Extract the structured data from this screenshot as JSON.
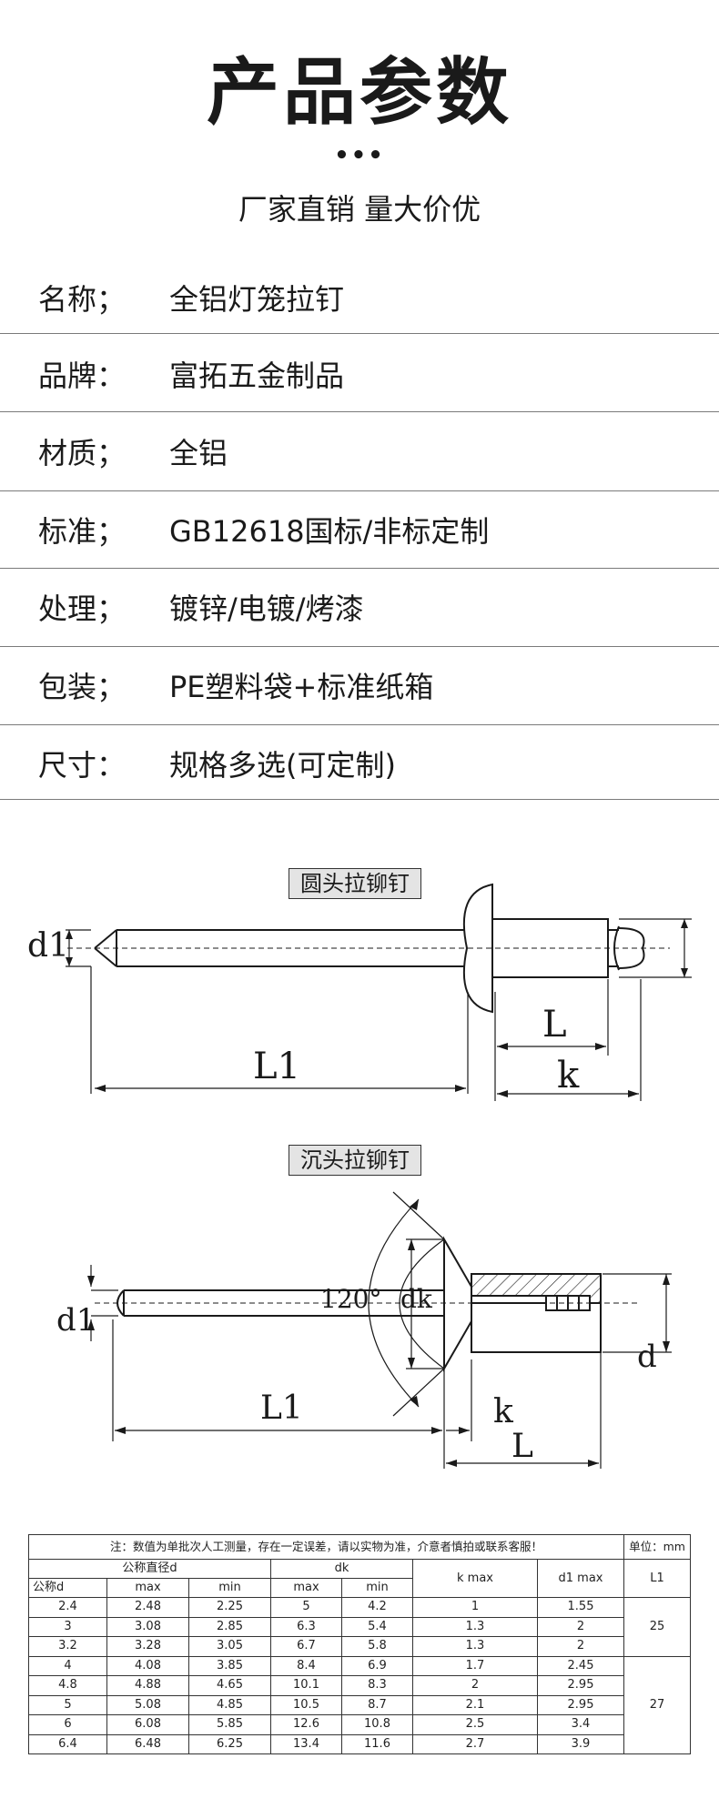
{
  "header": {
    "title": "产品参数",
    "dots": "•••",
    "subtitle": "厂家直销 量大价优"
  },
  "specs": [
    {
      "label": "名称；",
      "value": "全铝灯笼拉钉"
    },
    {
      "label": "品牌：",
      "value": "富拓五金制品"
    },
    {
      "label": "材质；",
      "value": "全铝"
    },
    {
      "label": "标准；",
      "value": "GB12618国标/非标定制"
    },
    {
      "label": "处理；",
      "value": "镀锌/电镀/烤漆"
    },
    {
      "label": "包装；",
      "value": "PE塑料袋+标准纸箱"
    },
    {
      "label": "尺寸：",
      "value": "规格多选(可定制)"
    }
  ],
  "diagram_round": {
    "title": "圆头拉铆钉",
    "d1": "d1",
    "L": "L",
    "L1": "L1",
    "k": "k"
  },
  "diagram_csk": {
    "title": "沉头拉铆钉",
    "angle": "120°",
    "dk": "dk",
    "d": "d",
    "d1": "d1",
    "L1": "L1",
    "k": "k",
    "L": "L"
  },
  "table": {
    "note": "注：数值为单批次人工测量，存在一定误差，请以实物为准，介意者慎拍或联系客服！",
    "unit": "单位：mm",
    "group_d": "公称直径d",
    "group_dk": "dk",
    "col_kmax": "k max",
    "col_d1max": "d1 max",
    "col_L1": "L1",
    "sub": [
      "公称d",
      "max",
      "min",
      "max",
      "min"
    ],
    "rows": [
      [
        "2.4",
        "2.48",
        "2.25",
        "5",
        "4.2",
        "1",
        "1.55"
      ],
      [
        "3",
        "3.08",
        "2.85",
        "6.3",
        "5.4",
        "1.3",
        "2"
      ],
      [
        "3.2",
        "3.28",
        "3.05",
        "6.7",
        "5.8",
        "1.3",
        "2"
      ],
      [
        "4",
        "4.08",
        "3.85",
        "8.4",
        "6.9",
        "1.7",
        "2.45"
      ],
      [
        "4.8",
        "4.88",
        "4.65",
        "10.1",
        "8.3",
        "2",
        "2.95"
      ],
      [
        "5",
        "5.08",
        "4.85",
        "10.5",
        "8.7",
        "2.1",
        "2.95"
      ],
      [
        "6",
        "6.08",
        "5.85",
        "12.6",
        "10.8",
        "2.5",
        "3.4"
      ],
      [
        "6.4",
        "6.48",
        "6.25",
        "13.4",
        "11.6",
        "2.7",
        "3.9"
      ]
    ],
    "L1_groups": [
      "25",
      "27"
    ]
  }
}
